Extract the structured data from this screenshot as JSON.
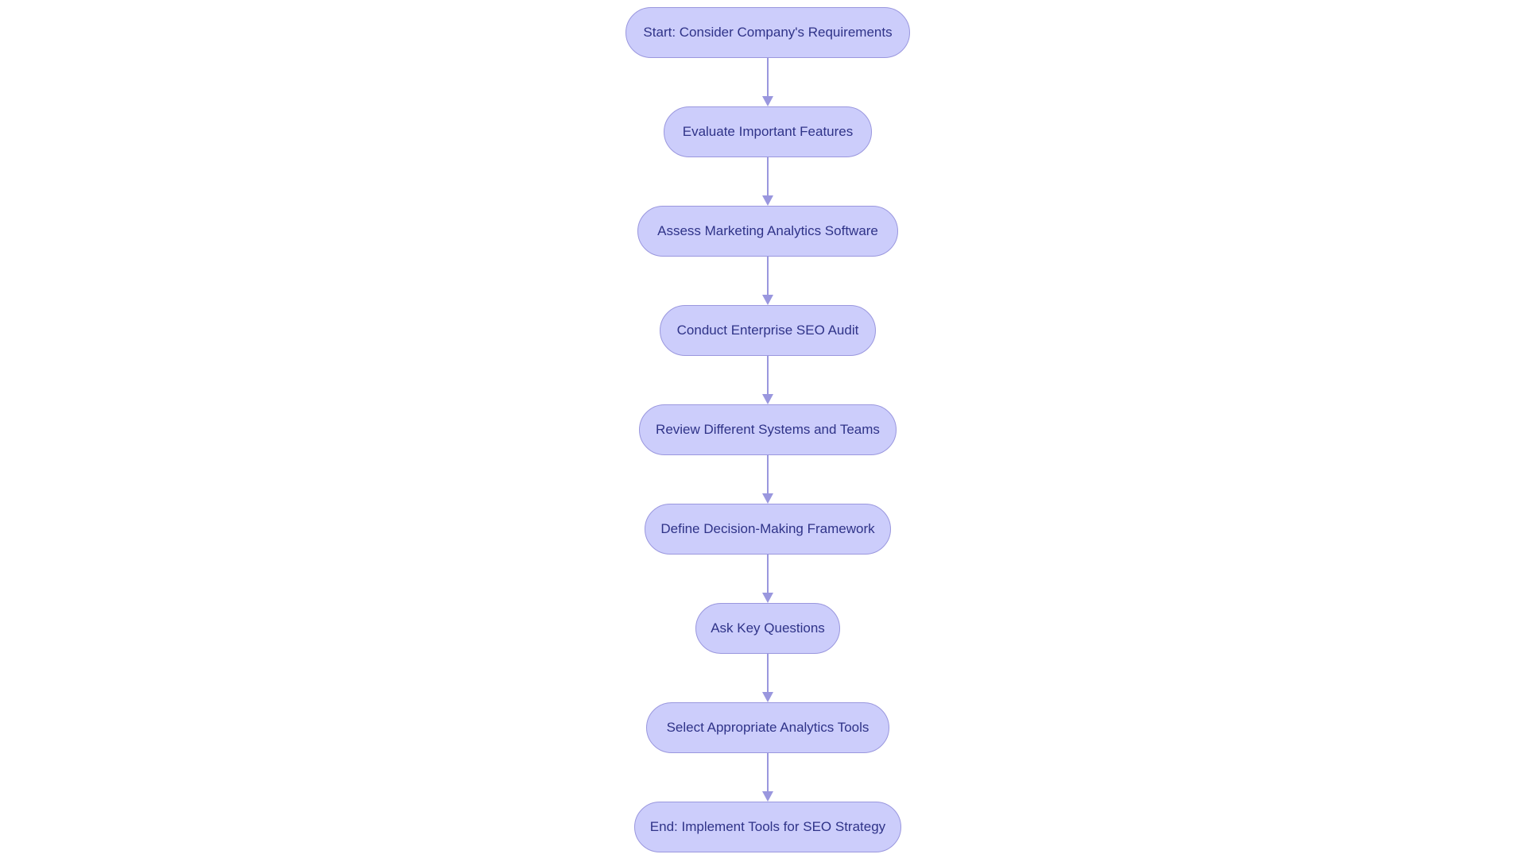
{
  "diagram": {
    "type": "flowchart",
    "direction": "top-to-bottom",
    "colors": {
      "node_fill": "#cccdfb",
      "node_border": "#9a97de",
      "node_text": "#2f3388",
      "edge": "#9a97de"
    },
    "nodes": [
      {
        "id": "start",
        "label": "Start: Consider Company's Requirements"
      },
      {
        "id": "features",
        "label": "Evaluate Important Features"
      },
      {
        "id": "assess",
        "label": "Assess Marketing Analytics Software"
      },
      {
        "id": "audit",
        "label": "Conduct Enterprise SEO Audit"
      },
      {
        "id": "review",
        "label": "Review Different Systems and Teams"
      },
      {
        "id": "framework",
        "label": "Define Decision-Making Framework"
      },
      {
        "id": "questions",
        "label": "Ask Key Questions"
      },
      {
        "id": "select",
        "label": "Select Appropriate Analytics Tools"
      },
      {
        "id": "end",
        "label": "End: Implement Tools for SEO Strategy"
      }
    ],
    "edges": [
      {
        "from": "start",
        "to": "features"
      },
      {
        "from": "features",
        "to": "assess"
      },
      {
        "from": "assess",
        "to": "audit"
      },
      {
        "from": "audit",
        "to": "review"
      },
      {
        "from": "review",
        "to": "framework"
      },
      {
        "from": "framework",
        "to": "questions"
      },
      {
        "from": "questions",
        "to": "select"
      },
      {
        "from": "select",
        "to": "end"
      }
    ]
  }
}
